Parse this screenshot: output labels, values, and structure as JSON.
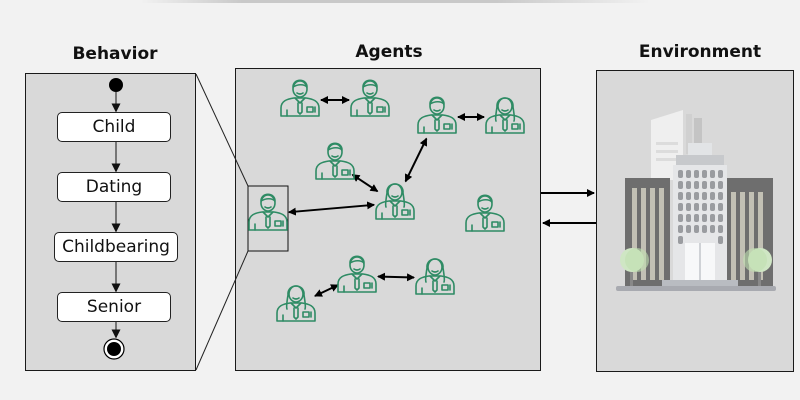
{
  "titles": {
    "behavior": "Behavior",
    "agents": "Agents",
    "environment": "Environment"
  },
  "behavior": {
    "states": [
      "Child",
      "Dating",
      "Childbearing",
      "Senior"
    ],
    "start_node": "initial-state",
    "end_node": "final-state"
  },
  "agents": {
    "icon": "person-icon",
    "color": "#2e8b64",
    "people": [
      {
        "id": "a1",
        "kind": "male"
      },
      {
        "id": "a2",
        "kind": "male"
      },
      {
        "id": "a3",
        "kind": "male"
      },
      {
        "id": "a4",
        "kind": "female"
      },
      {
        "id": "a5",
        "kind": "male"
      },
      {
        "id": "a6",
        "kind": "female"
      },
      {
        "id": "a7",
        "kind": "male"
      },
      {
        "id": "a8",
        "kind": "male"
      },
      {
        "id": "a9",
        "kind": "female"
      },
      {
        "id": "a10",
        "kind": "male"
      },
      {
        "id": "a11",
        "kind": "female"
      }
    ],
    "interactions": [
      [
        "a1",
        "a2"
      ],
      [
        "a3",
        "a4"
      ],
      [
        "a3",
        "a6"
      ],
      [
        "a5",
        "a6"
      ],
      [
        "a8",
        "a6"
      ],
      [
        "a9",
        "a10"
      ],
      [
        "a10",
        "a11"
      ]
    ],
    "highlighted": "a8"
  },
  "environment": {
    "icon": "city-buildings-icon",
    "links": [
      "agents-to-environment",
      "environment-to-agents"
    ]
  },
  "colors": {
    "background": "#f2f2f2",
    "panel": "#d9d9d9",
    "agent": "#2e8b64",
    "border": "#1a1a1a"
  }
}
